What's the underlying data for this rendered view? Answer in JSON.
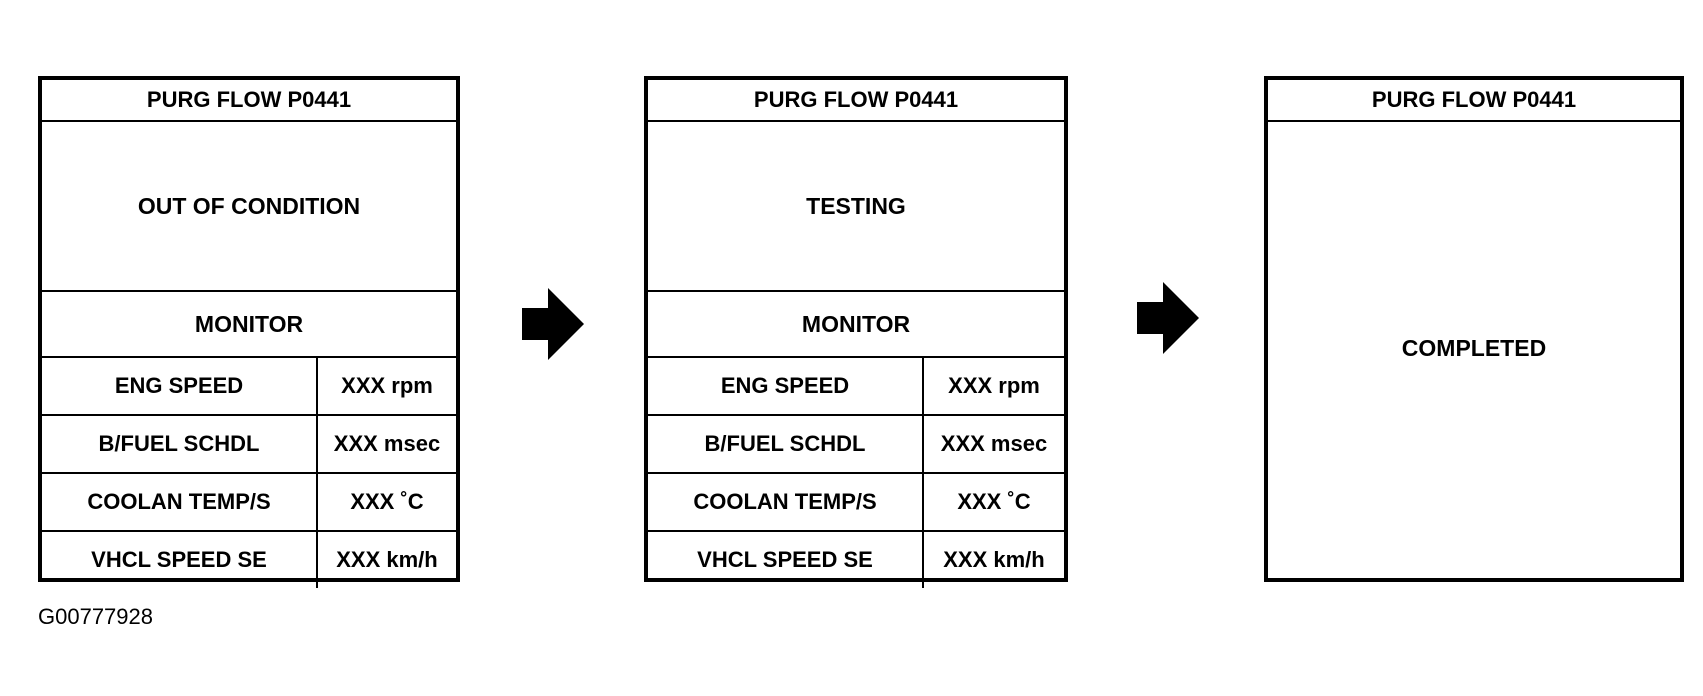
{
  "screens": [
    {
      "title": "PURG FLOW P0441",
      "status": "OUT OF CONDITION",
      "monitor_label": "MONITOR",
      "rows": [
        {
          "param": "ENG SPEED",
          "value": "XXX rpm"
        },
        {
          "param": "B/FUEL SCHDL",
          "value": "XXX msec"
        },
        {
          "param": "COOLAN TEMP/S",
          "value": "XXX ˚C"
        },
        {
          "param": "VHCL SPEED SE",
          "value": "XXX km/h"
        }
      ]
    },
    {
      "title": "PURG FLOW P0441",
      "status": "TESTING",
      "monitor_label": "MONITOR",
      "rows": [
        {
          "param": "ENG SPEED",
          "value": "XXX rpm"
        },
        {
          "param": "B/FUEL SCHDL",
          "value": "XXX msec"
        },
        {
          "param": "COOLAN TEMP/S",
          "value": "XXX ˚C"
        },
        {
          "param": "VHCL SPEED SE",
          "value": "XXX km/h"
        }
      ]
    },
    {
      "title": "PURG FLOW P0441",
      "status": "COMPLETED"
    }
  ],
  "arrows": [
    "arrow-right-icon",
    "arrow-right-icon"
  ],
  "caption": "G00777928"
}
